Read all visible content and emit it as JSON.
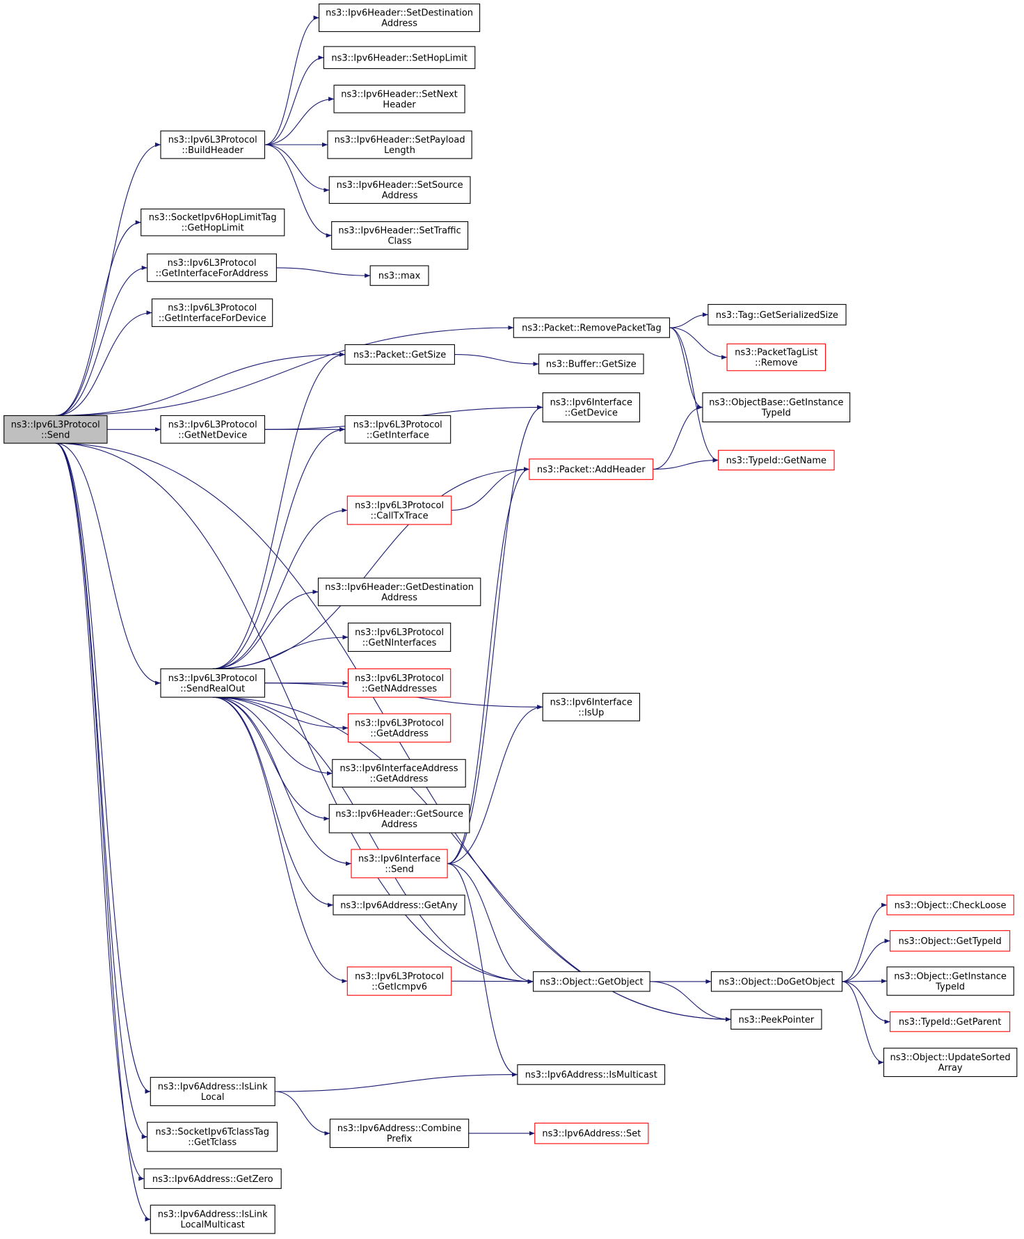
{
  "colors": {
    "edge": "#191970",
    "node_border": "#000000",
    "node_border_truncated": "#ff0000",
    "root_fill": "#bfbfbf",
    "node_fill": "#ffffff"
  },
  "nodes": [
    {
      "id": "send",
      "lines": [
        "ns3::Ipv6L3Protocol",
        "::Send"
      ],
      "root": true
    },
    {
      "id": "buildheader",
      "lines": [
        "ns3::Ipv6L3Protocol",
        "::BuildHeader"
      ]
    },
    {
      "id": "setdest",
      "lines": [
        "ns3::Ipv6Header::SetDestination",
        "Address"
      ]
    },
    {
      "id": "sethop",
      "lines": [
        "ns3::Ipv6Header::SetHopLimit"
      ]
    },
    {
      "id": "setnext",
      "lines": [
        "ns3::Ipv6Header::SetNext",
        "Header"
      ]
    },
    {
      "id": "setpayload",
      "lines": [
        "ns3::Ipv6Header::SetPayload",
        "Length"
      ]
    },
    {
      "id": "setsource",
      "lines": [
        "ns3::Ipv6Header::SetSource",
        "Address"
      ]
    },
    {
      "id": "settraffic",
      "lines": [
        "ns3::Ipv6Header::SetTraffic",
        "Class"
      ]
    },
    {
      "id": "gethoplimit",
      "lines": [
        "ns3::SocketIpv6HopLimitTag",
        "::GetHopLimit"
      ]
    },
    {
      "id": "getifaddr",
      "lines": [
        "ns3::Ipv6L3Protocol",
        "::GetInterfaceForAddress"
      ]
    },
    {
      "id": "max",
      "lines": [
        "ns3::max"
      ]
    },
    {
      "id": "getifdev",
      "lines": [
        "ns3::Ipv6L3Protocol",
        "::GetInterfaceForDevice"
      ]
    },
    {
      "id": "removetag",
      "lines": [
        "ns3::Packet::RemovePacketTag"
      ]
    },
    {
      "id": "tagsize",
      "lines": [
        "ns3::Tag::GetSerializedSize"
      ]
    },
    {
      "id": "taglistremove",
      "lines": [
        "ns3::PacketTagList",
        "::Remove"
      ],
      "truncated": true
    },
    {
      "id": "pktsize",
      "lines": [
        "ns3::Packet::GetSize"
      ]
    },
    {
      "id": "bufsize",
      "lines": [
        "ns3::Buffer::GetSize"
      ]
    },
    {
      "id": "getnetdev",
      "lines": [
        "ns3::Ipv6L3Protocol",
        "::GetNetDevice"
      ]
    },
    {
      "id": "ifgetdev",
      "lines": [
        "ns3::Ipv6Interface",
        "::GetDevice"
      ]
    },
    {
      "id": "getinstance",
      "lines": [
        "ns3::ObjectBase::GetInstance",
        "TypeId"
      ]
    },
    {
      "id": "getinterface",
      "lines": [
        "ns3::Ipv6L3Protocol",
        "::GetInterface"
      ]
    },
    {
      "id": "addheader",
      "lines": [
        "ns3::Packet::AddHeader"
      ],
      "truncated": true
    },
    {
      "id": "getname",
      "lines": [
        "ns3::TypeId::GetName"
      ],
      "truncated": true
    },
    {
      "id": "calltx",
      "lines": [
        "ns3::Ipv6L3Protocol",
        "::CallTxTrace"
      ],
      "truncated": true
    },
    {
      "id": "getdestaddr",
      "lines": [
        "ns3::Ipv6Header::GetDestination",
        "Address"
      ]
    },
    {
      "id": "getninterfaces",
      "lines": [
        "ns3::Ipv6L3Protocol",
        "::GetNInterfaces"
      ]
    },
    {
      "id": "sendrealout",
      "lines": [
        "ns3::Ipv6L3Protocol",
        "::SendRealOut"
      ]
    },
    {
      "id": "getnaddresses",
      "lines": [
        "ns3::Ipv6L3Protocol",
        "::GetNAddresses"
      ],
      "truncated": true
    },
    {
      "id": "isup",
      "lines": [
        "ns3::Ipv6Interface",
        "::IsUp"
      ]
    },
    {
      "id": "getaddress",
      "lines": [
        "ns3::Ipv6L3Protocol",
        "::GetAddress"
      ],
      "truncated": true
    },
    {
      "id": "ifaddrgetaddr",
      "lines": [
        "ns3::Ipv6InterfaceAddress",
        "::GetAddress"
      ]
    },
    {
      "id": "getsrcaddr",
      "lines": [
        "ns3::Ipv6Header::GetSource",
        "Address"
      ]
    },
    {
      "id": "ifsend",
      "lines": [
        "ns3::Ipv6Interface",
        "::Send"
      ],
      "truncated": true
    },
    {
      "id": "getany",
      "lines": [
        "ns3::Ipv6Address::GetAny"
      ]
    },
    {
      "id": "checkloose",
      "lines": [
        "ns3::Object::CheckLoose"
      ],
      "truncated": true
    },
    {
      "id": "gettypeid",
      "lines": [
        "ns3::Object::GetTypeId"
      ],
      "truncated": true
    },
    {
      "id": "geticmp",
      "lines": [
        "ns3::Ipv6L3Protocol",
        "::GetIcmpv6"
      ],
      "truncated": true
    },
    {
      "id": "getobject",
      "lines": [
        "ns3::Object::GetObject"
      ]
    },
    {
      "id": "dogetobject",
      "lines": [
        "ns3::Object::DoGetObject"
      ]
    },
    {
      "id": "objinstance",
      "lines": [
        "ns3::Object::GetInstance",
        "TypeId"
      ]
    },
    {
      "id": "peekpointer",
      "lines": [
        "ns3::PeekPointer"
      ]
    },
    {
      "id": "getparent",
      "lines": [
        "ns3::TypeId::GetParent"
      ],
      "truncated": true
    },
    {
      "id": "updatesorted",
      "lines": [
        "ns3::Object::UpdateSorted",
        "Array"
      ]
    },
    {
      "id": "ismulticast",
      "lines": [
        "ns3::Ipv6Address::IsMulticast"
      ]
    },
    {
      "id": "islinklocal",
      "lines": [
        "ns3::Ipv6Address::IsLink",
        "Local"
      ]
    },
    {
      "id": "combine",
      "lines": [
        "ns3::Ipv6Address::Combine",
        "Prefix"
      ]
    },
    {
      "id": "addrset",
      "lines": [
        "ns3::Ipv6Address::Set"
      ],
      "truncated": true
    },
    {
      "id": "gettclass",
      "lines": [
        "ns3::SocketIpv6TclassTag",
        "::GetTclass"
      ]
    },
    {
      "id": "getzero",
      "lines": [
        "ns3::Ipv6Address::GetZero"
      ]
    },
    {
      "id": "islinklocalmc",
      "lines": [
        "ns3::Ipv6Address::IsLink",
        "LocalMulticast"
      ]
    }
  ],
  "edges": [
    [
      "send",
      "buildheader"
    ],
    [
      "send",
      "gethoplimit"
    ],
    [
      "send",
      "getifaddr"
    ],
    [
      "send",
      "getifdev"
    ],
    [
      "send",
      "removetag"
    ],
    [
      "send",
      "pktsize"
    ],
    [
      "send",
      "getnetdev"
    ],
    [
      "send",
      "sendrealout"
    ],
    [
      "send",
      "getobject"
    ],
    [
      "send",
      "peekpointer"
    ],
    [
      "send",
      "islinklocal"
    ],
    [
      "send",
      "gettclass"
    ],
    [
      "send",
      "getzero"
    ],
    [
      "send",
      "islinklocalmc"
    ],
    [
      "buildheader",
      "setdest"
    ],
    [
      "buildheader",
      "sethop"
    ],
    [
      "buildheader",
      "setnext"
    ],
    [
      "buildheader",
      "setpayload"
    ],
    [
      "buildheader",
      "setsource"
    ],
    [
      "buildheader",
      "settraffic"
    ],
    [
      "getifaddr",
      "max"
    ],
    [
      "removetag",
      "tagsize"
    ],
    [
      "removetag",
      "taglistremove"
    ],
    [
      "removetag",
      "getinstance"
    ],
    [
      "removetag",
      "getname"
    ],
    [
      "pktsize",
      "bufsize"
    ],
    [
      "getnetdev",
      "ifgetdev"
    ],
    [
      "getnetdev",
      "getinterface"
    ],
    [
      "addheader",
      "getinstance"
    ],
    [
      "addheader",
      "getname"
    ],
    [
      "calltx",
      "addheader"
    ],
    [
      "sendrealout",
      "pktsize"
    ],
    [
      "sendrealout",
      "getinterface"
    ],
    [
      "sendrealout",
      "addheader"
    ],
    [
      "sendrealout",
      "calltx"
    ],
    [
      "sendrealout",
      "isup"
    ],
    [
      "sendrealout",
      "getdestaddr"
    ],
    [
      "sendrealout",
      "getninterfaces"
    ],
    [
      "sendrealout",
      "getnaddresses"
    ],
    [
      "sendrealout",
      "getaddress"
    ],
    [
      "sendrealout",
      "ifaddrgetaddr"
    ],
    [
      "sendrealout",
      "getsrcaddr"
    ],
    [
      "sendrealout",
      "ifsend"
    ],
    [
      "sendrealout",
      "getany"
    ],
    [
      "sendrealout",
      "getobject"
    ],
    [
      "sendrealout",
      "geticmp"
    ],
    [
      "sendrealout",
      "peekpointer"
    ],
    [
      "ifsend",
      "ifgetdev"
    ],
    [
      "ifsend",
      "addheader"
    ],
    [
      "ifsend",
      "isup"
    ],
    [
      "ifsend",
      "getobject"
    ],
    [
      "ifsend",
      "ismulticast"
    ],
    [
      "geticmp",
      "getobject"
    ],
    [
      "getobject",
      "dogetobject"
    ],
    [
      "getobject",
      "peekpointer"
    ],
    [
      "dogetobject",
      "checkloose"
    ],
    [
      "dogetobject",
      "gettypeid"
    ],
    [
      "dogetobject",
      "objinstance"
    ],
    [
      "dogetobject",
      "getparent"
    ],
    [
      "dogetobject",
      "updatesorted"
    ],
    [
      "islinklocal",
      "ismulticast"
    ],
    [
      "islinklocal",
      "combine"
    ],
    [
      "combine",
      "addrset"
    ]
  ]
}
